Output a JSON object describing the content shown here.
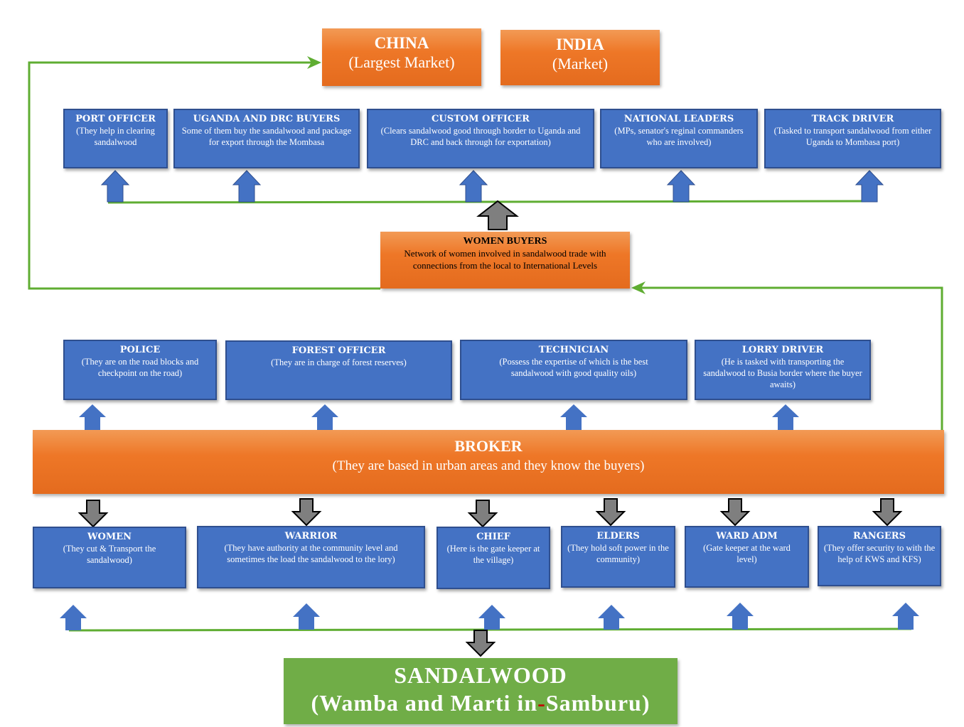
{
  "markets": [
    {
      "name": "CHINA",
      "note": "(Largest Market)"
    },
    {
      "name": "INDIA",
      "note": "(Market)"
    }
  ],
  "export_actors": [
    {
      "title": "PORT OFFICER",
      "desc": "(They help in clearing sandalwood"
    },
    {
      "title": "UGANDA AND DRC BUYERS",
      "desc": "Some of them buy the sandalwood and package for export through the Mombasa"
    },
    {
      "title": "CUSTOM OFFICER",
      "desc": "(Clears sandalwood good through border to Uganda and DRC and back through for exportation)"
    },
    {
      "title": "NATIONAL LEADERS",
      "desc": "(MPs, senator's reginal commanders who are involved)"
    },
    {
      "title": "TRACK DRIVER",
      "desc": "(Tasked to transport sandalwood from either Uganda to Mombasa port)"
    }
  ],
  "women_buyers": {
    "title": "WOMEN BUYERS",
    "desc": "Network of women involved in sandalwood trade with connections from the local to International Levels"
  },
  "broker_support": [
    {
      "title": "POLICE",
      "desc": "(They are on the road blocks and checkpoint on the road)"
    },
    {
      "title": "FOREST OFFICER",
      "desc": "(They are in charge of forest reserves)"
    },
    {
      "title": "TECHNICIAN",
      "desc": "(Possess the expertise of which is the best sandalwood with good quality oils)"
    },
    {
      "title": "LORRY DRIVER",
      "desc": "(He is tasked with transporting the sandalwood to Busia border where the buyer awaits)"
    }
  ],
  "broker": {
    "title": "BROKER",
    "desc": "(They are based in urban areas and they know the buyers)"
  },
  "local_actors": [
    {
      "title": "WOMEN",
      "desc": "(They cut & Transport the sandalwood)"
    },
    {
      "title": "WARRIOR",
      "desc": "(They have authority at the community level and sometimes the load the sandalwood to the lory)"
    },
    {
      "title": "CHIEF",
      "desc": "(Here is the gate keeper at the village)"
    },
    {
      "title": "ELDERS",
      "desc": "(They hold soft power in the community)"
    },
    {
      "title": "WARD ADM",
      "desc": "(Gate keeper at the ward level)"
    },
    {
      "title": "RANGERS",
      "desc": "(They offer security to with the help of KWS and KFS)"
    }
  ],
  "sandalwood": {
    "title": "SANDALWOOD",
    "sub_a": "(Wamba and Marti in",
    "sub_dash": "-",
    "sub_b": "Samburu)"
  },
  "colors": {
    "blue_box": "#4472c4",
    "orange_box": "#ee7727",
    "green_box": "#70ad47",
    "green_line": "#5fad32",
    "blue_arrow": "#4472c4",
    "grey_arrow": "#7f7f7f"
  }
}
